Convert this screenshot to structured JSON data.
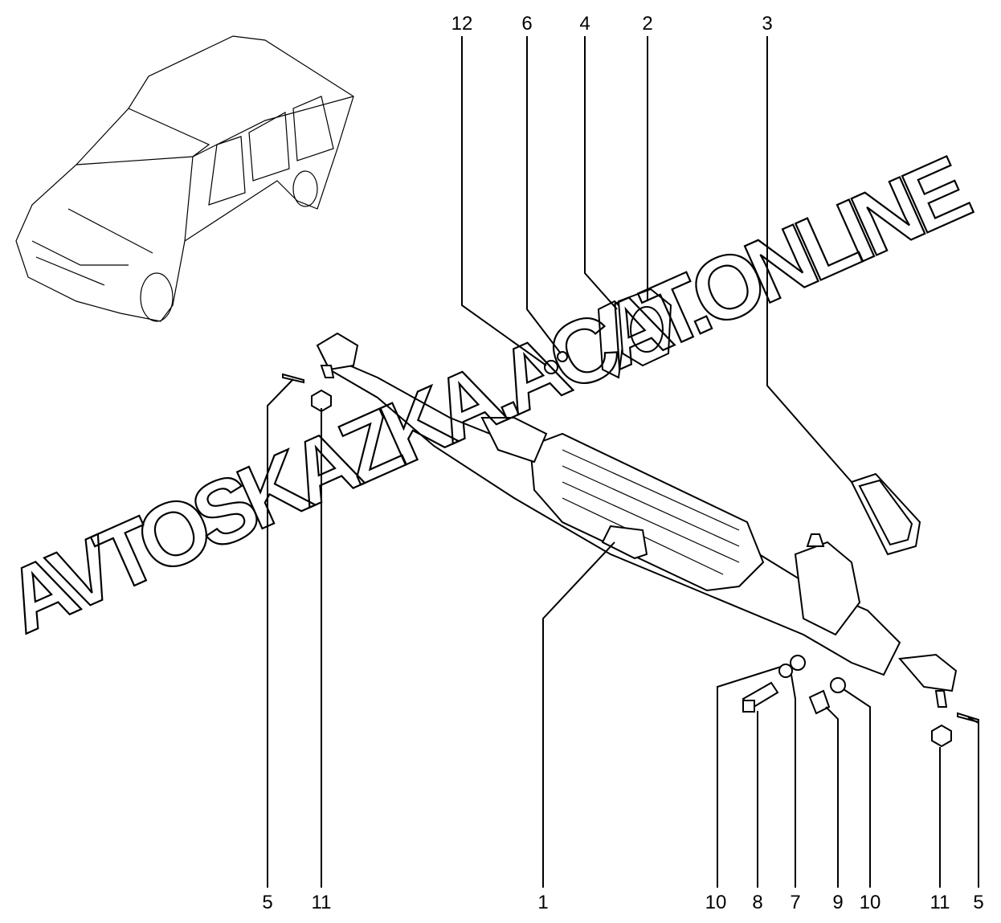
{
  "diagram": {
    "title": "Steering rack assembly exploded view",
    "watermark": "AVTOSKAZKA.ACAT.ONLINE",
    "callouts_top": [
      "12",
      "6",
      "4",
      "2",
      "3"
    ],
    "callouts_bottom": [
      "5",
      "11",
      "1",
      "10",
      "8",
      "7",
      "9",
      "10",
      "11",
      "5"
    ]
  }
}
